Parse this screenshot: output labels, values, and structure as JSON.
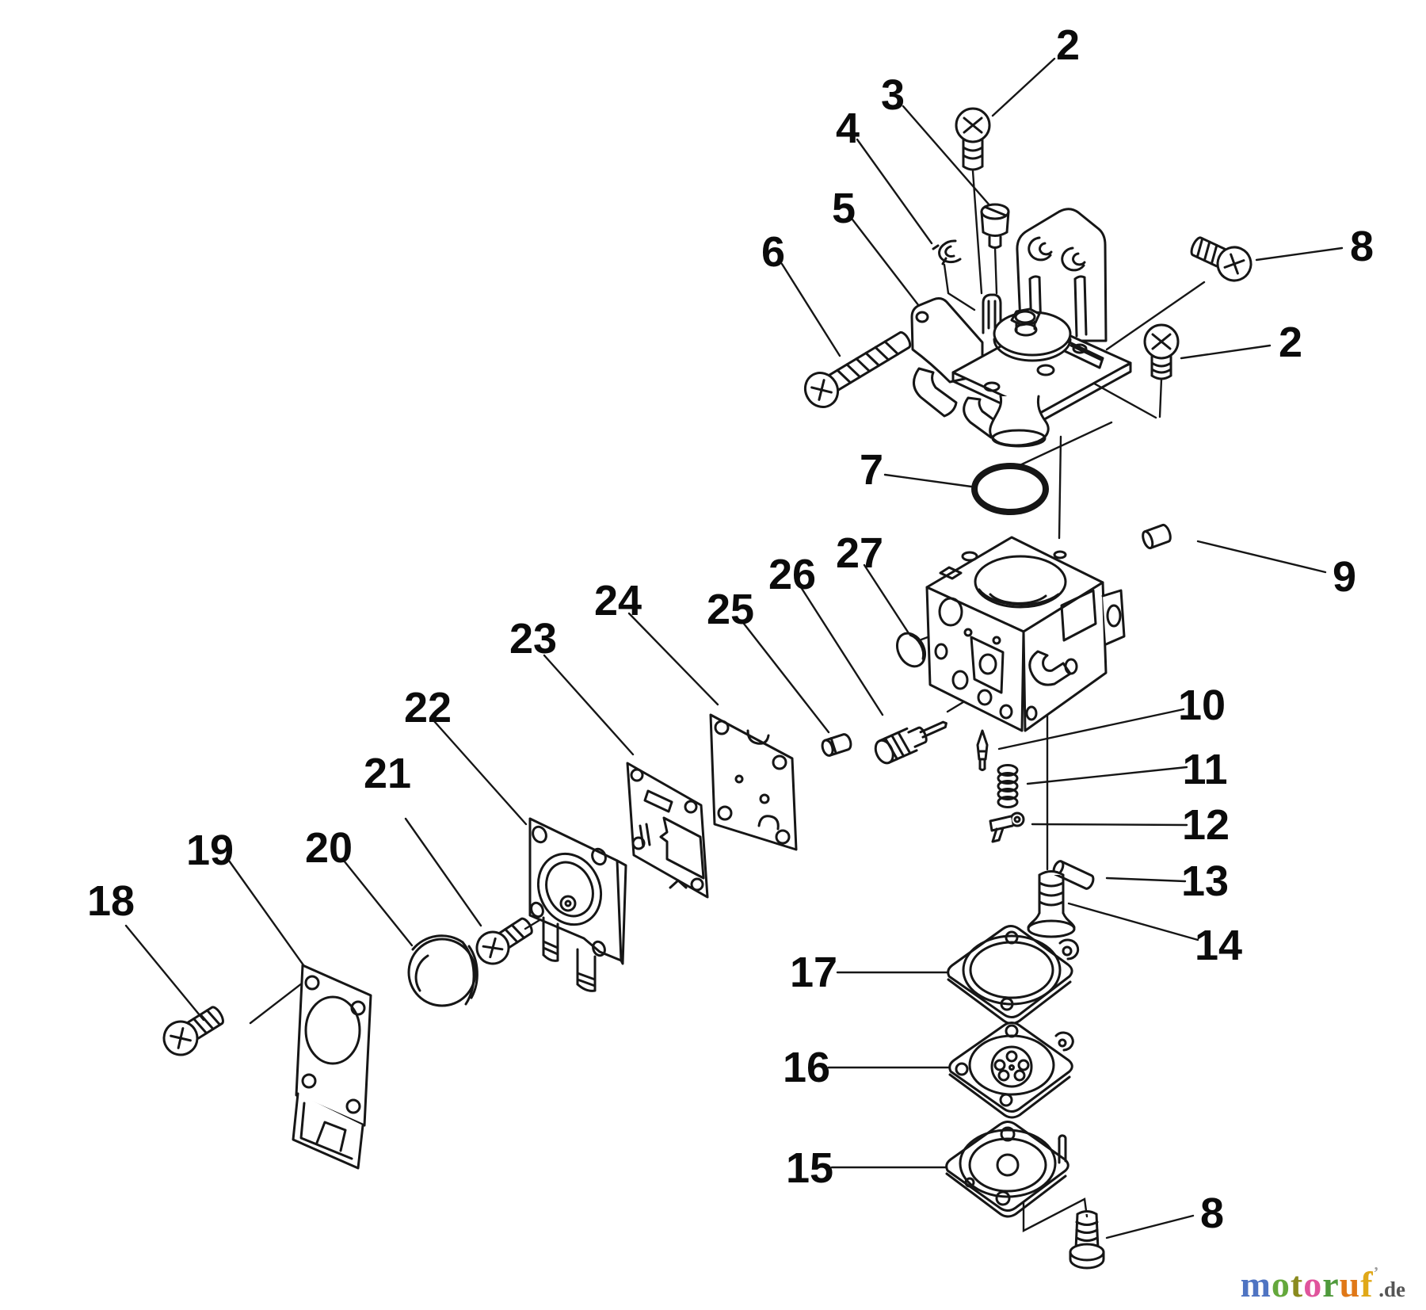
{
  "figure": {
    "type": "exploded-parts-diagram",
    "background_color": "#ffffff",
    "line_color": "#161616",
    "label_color": "#0b0b0b"
  },
  "callouts": [
    {
      "id": "2-top",
      "label": "2"
    },
    {
      "id": "3",
      "label": "3"
    },
    {
      "id": "4",
      "label": "4"
    },
    {
      "id": "5",
      "label": "5"
    },
    {
      "id": "6",
      "label": "6"
    },
    {
      "id": "7",
      "label": "7"
    },
    {
      "id": "8-right",
      "label": "8"
    },
    {
      "id": "2-right",
      "label": "2"
    },
    {
      "id": "9",
      "label": "9"
    },
    {
      "id": "27",
      "label": "27"
    },
    {
      "id": "26",
      "label": "26"
    },
    {
      "id": "25",
      "label": "25"
    },
    {
      "id": "24",
      "label": "24"
    },
    {
      "id": "23",
      "label": "23"
    },
    {
      "id": "22",
      "label": "22"
    },
    {
      "id": "21",
      "label": "21"
    },
    {
      "id": "20",
      "label": "20"
    },
    {
      "id": "19",
      "label": "19"
    },
    {
      "id": "18",
      "label": "18"
    },
    {
      "id": "10",
      "label": "10"
    },
    {
      "id": "11",
      "label": "11"
    },
    {
      "id": "12",
      "label": "12"
    },
    {
      "id": "13",
      "label": "13"
    },
    {
      "id": "14",
      "label": "14"
    },
    {
      "id": "17",
      "label": "17"
    },
    {
      "id": "16",
      "label": "16"
    },
    {
      "id": "15",
      "label": "15"
    },
    {
      "id": "8-bottom",
      "label": "8"
    }
  ],
  "watermark": {
    "word": "motoruf",
    "letters": [
      {
        "char": "m",
        "color": "#4f74c2"
      },
      {
        "char": "o",
        "color": "#64a83c"
      },
      {
        "char": "t",
        "color": "#8a8a1e"
      },
      {
        "char": "o",
        "color": "#e0549c"
      },
      {
        "char": "r",
        "color": "#4f9a3c"
      },
      {
        "char": "u",
        "color": "#e07818"
      },
      {
        "char": "f",
        "color": "#e0a818"
      }
    ],
    "tick": "’",
    "suffix": ".de",
    "suffix_color": "#555555"
  }
}
